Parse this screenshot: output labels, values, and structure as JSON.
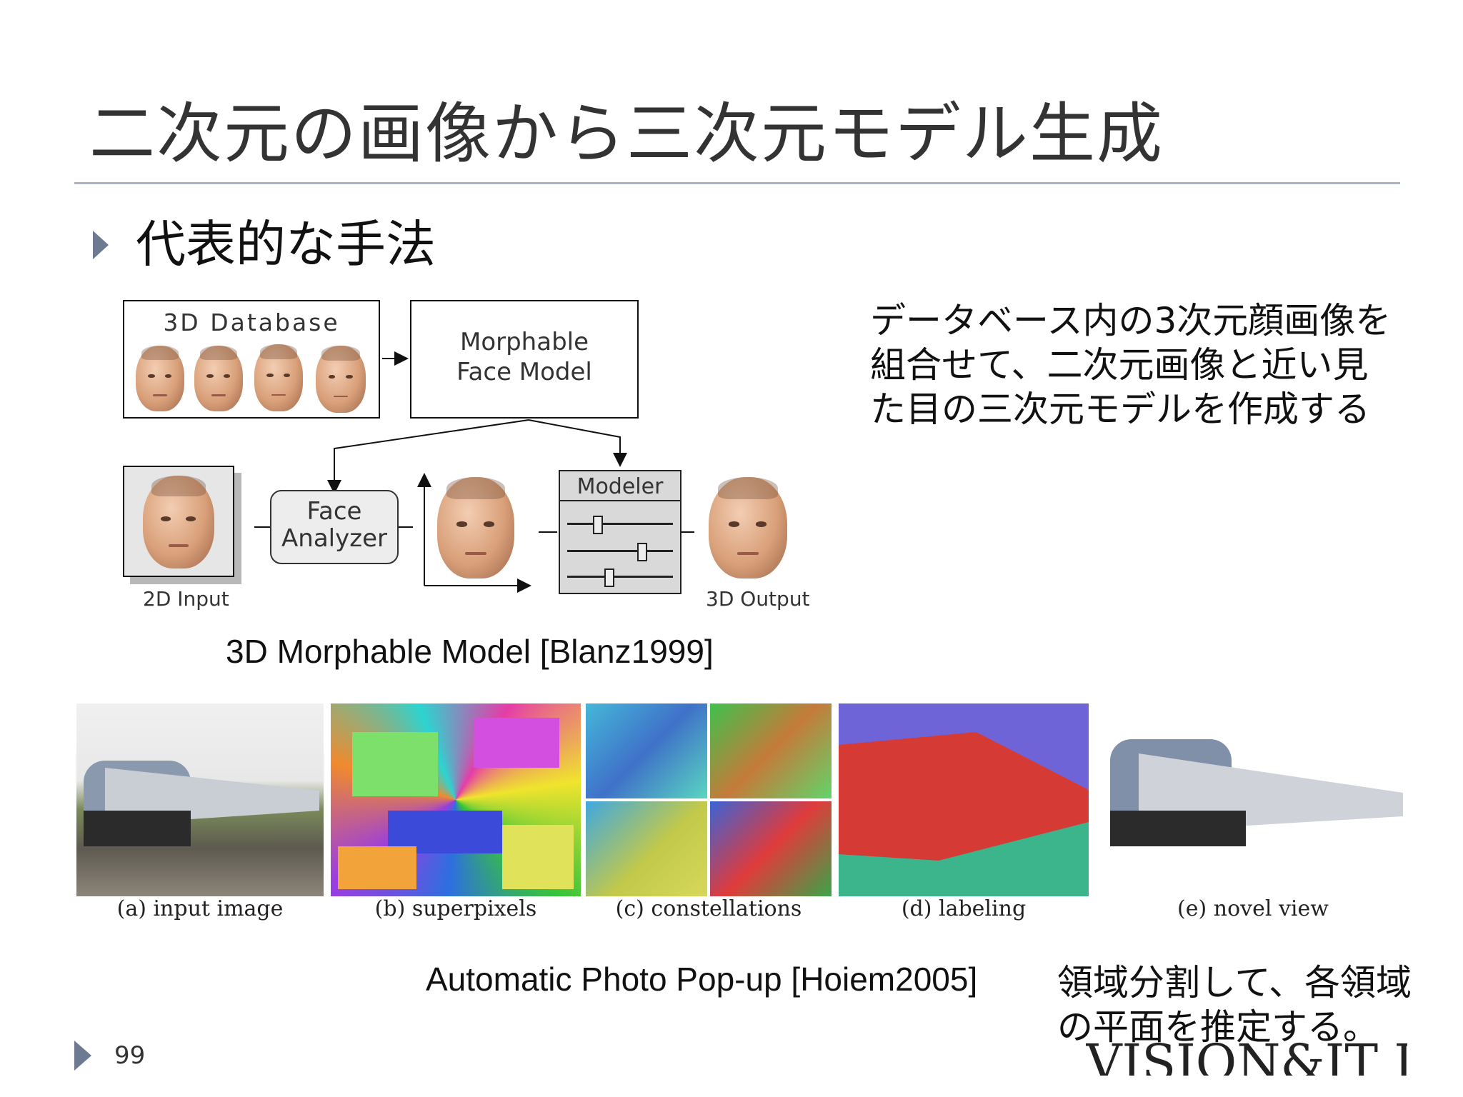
{
  "slide": {
    "title": "二次元の画像から三次元モデル生成",
    "bullet": "代表的な手法",
    "description": "データベース内の3次元顔画像を組合せて、二次元画像と近い見た目の三次元モデルを作成する",
    "page_number": "99",
    "footer_note": "領域分割して、各領域の平面を推定する。",
    "lab_logo": "VISION&IT Lab"
  },
  "diagram": {
    "database_label": "3D Database",
    "morphable_line1": "Morphable",
    "morphable_line2": "Face Model",
    "analyzer_line1": "Face",
    "analyzer_line2": "Analyzer",
    "modeler_label": "Modeler",
    "input_label": "2D Input",
    "output_label": "3D Output",
    "caption": "3D Morphable Model [Blanz1999]"
  },
  "popup": {
    "panels": [
      {
        "caption": "(a) input image"
      },
      {
        "caption": "(b) superpixels"
      },
      {
        "caption": "(c) constellations"
      },
      {
        "caption": "(d) labeling"
      },
      {
        "caption": "(e) novel view"
      }
    ],
    "caption": "Automatic Photo Pop-up [Hoiem2005]"
  },
  "colors": {
    "title_rule": "#a8b3c7",
    "bullet_arrow": "#6e7a91",
    "label_red": "#d63a34",
    "label_blue": "#6f63d8",
    "label_green": "#3cb58c"
  }
}
